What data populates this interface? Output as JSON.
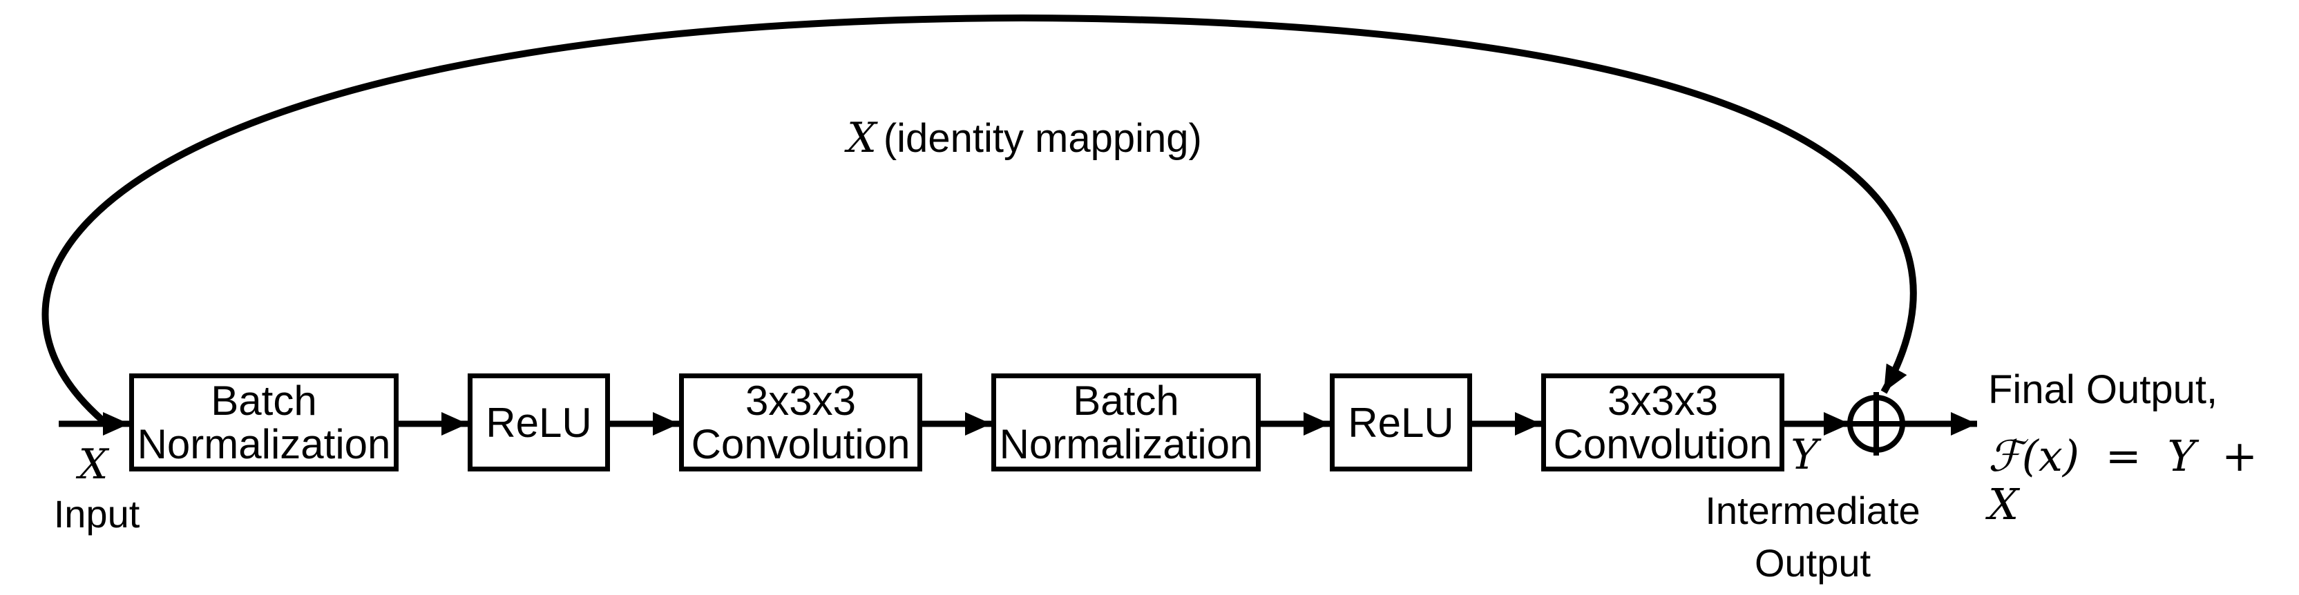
{
  "diagram": {
    "skip_connection": {
      "symbol": "X",
      "caption": "(identity mapping)"
    },
    "input": {
      "symbol": "X",
      "label": "Input"
    },
    "nodes": [
      {
        "label": "Batch\nNormalization"
      },
      {
        "label": "ReLU"
      },
      {
        "label": "3x3x3\nConvolution"
      },
      {
        "label": "Batch\nNormalization"
      },
      {
        "label": "ReLU"
      },
      {
        "label": "3x3x3\nConvolution"
      }
    ],
    "intermediate_output": {
      "symbol": "Y",
      "label": "Intermediate\nOutput"
    },
    "sum": {
      "symbol": "⊕"
    },
    "final_output": {
      "title": "Final Output,",
      "formula": "ℱ(x) = Y + X"
    },
    "colors": {
      "ink": "#000000",
      "background": "#ffffff"
    }
  }
}
